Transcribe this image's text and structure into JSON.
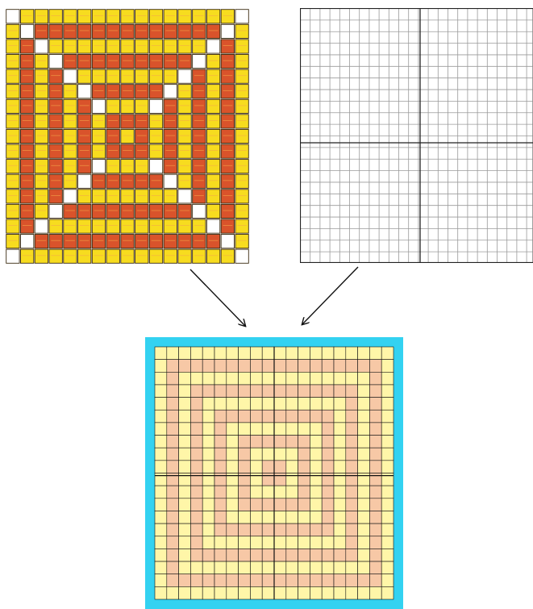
{
  "diagram": {
    "mosaic": {
      "size": 17,
      "colors": {
        "yellow": "#f7dc1f",
        "red": "#d9532b",
        "white": "#ffffff",
        "outline": "#3a2a10",
        "stripe": "#f4a94a"
      }
    },
    "empty_grid": {
      "cols": 24,
      "rows": 22,
      "line_color": "#9a9a9a",
      "axis_color": "#222222"
    },
    "result": {
      "size": 20,
      "colors": {
        "frame": "#33d2f1",
        "yellow": "#fff6a8",
        "salmon": "#f7c8a6",
        "line": "#111111"
      }
    },
    "arrows": [
      {
        "from": "mosaic",
        "to": "result"
      },
      {
        "from": "empty_grid",
        "to": "result"
      }
    ]
  }
}
